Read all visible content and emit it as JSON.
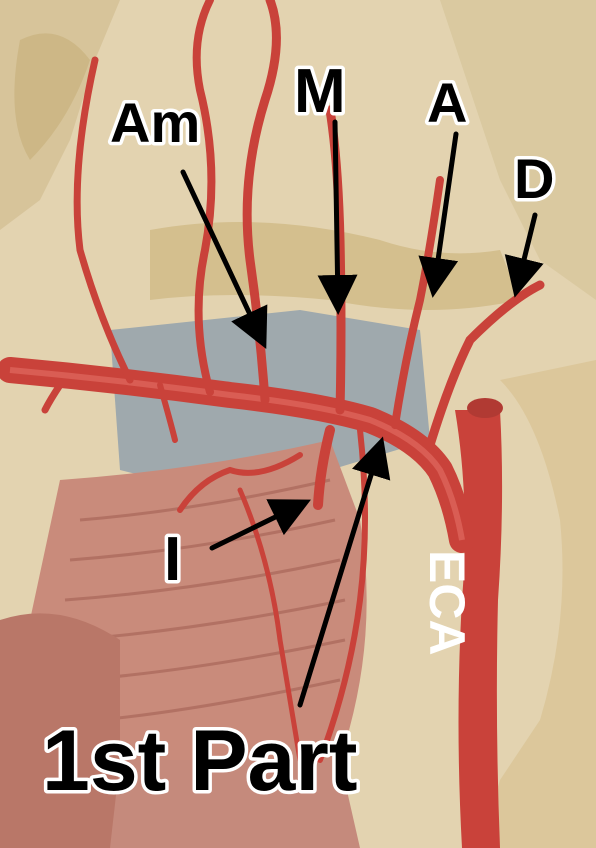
{
  "labels": {
    "am": "Am",
    "m": "M",
    "a": "A",
    "d": "D",
    "i": "I",
    "first_part": "1st Part",
    "eca": "ECA"
  },
  "colors": {
    "bone": "#e2d2ae",
    "artery": "#c9423a",
    "artery_dark": "#9e2e28",
    "muscle": "#c98a7a",
    "cavity": "#9aa6ab",
    "label_fill": "#000000",
    "label_outline": "#ffffff"
  }
}
